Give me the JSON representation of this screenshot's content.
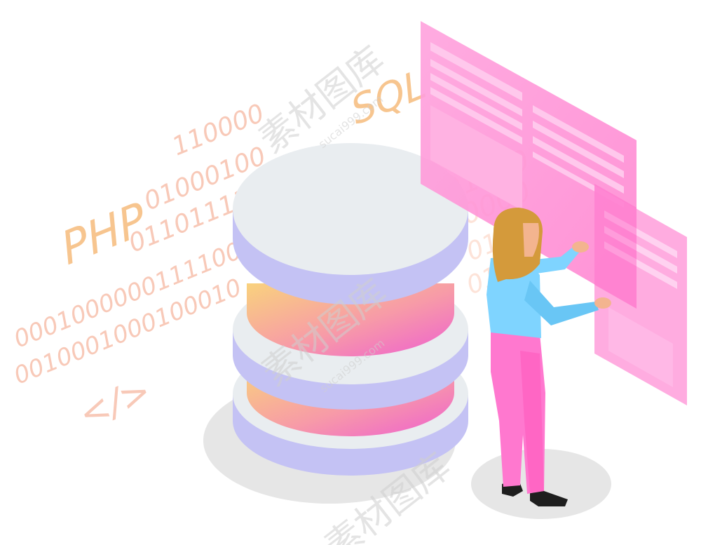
{
  "background_code": {
    "php_label": "PHP",
    "sql_label": "SQL",
    "tag_label": "</>",
    "lines": [
      "110000",
      "01000100",
      "0110111100",
      "0001000000111100",
      "0010001000100010",
      "000",
      "01000",
      "00000",
      "01",
      "011"
    ]
  },
  "watermark": {
    "text": "素材图库",
    "site": "sucai999.com"
  },
  "colors": {
    "panel_pink": "#ff8fd6",
    "disk_top": "#e9edf0",
    "disk_side": "#c4c2f4",
    "gradient_from": "#f9d27d",
    "gradient_to": "#ee5fd0",
    "shirt": "#7fd4ff",
    "pants": "#ff78cf",
    "hair": "#d49a3b"
  },
  "icons": {
    "database": "database-icon",
    "person": "person-illustration",
    "panels": "interface-panels"
  }
}
